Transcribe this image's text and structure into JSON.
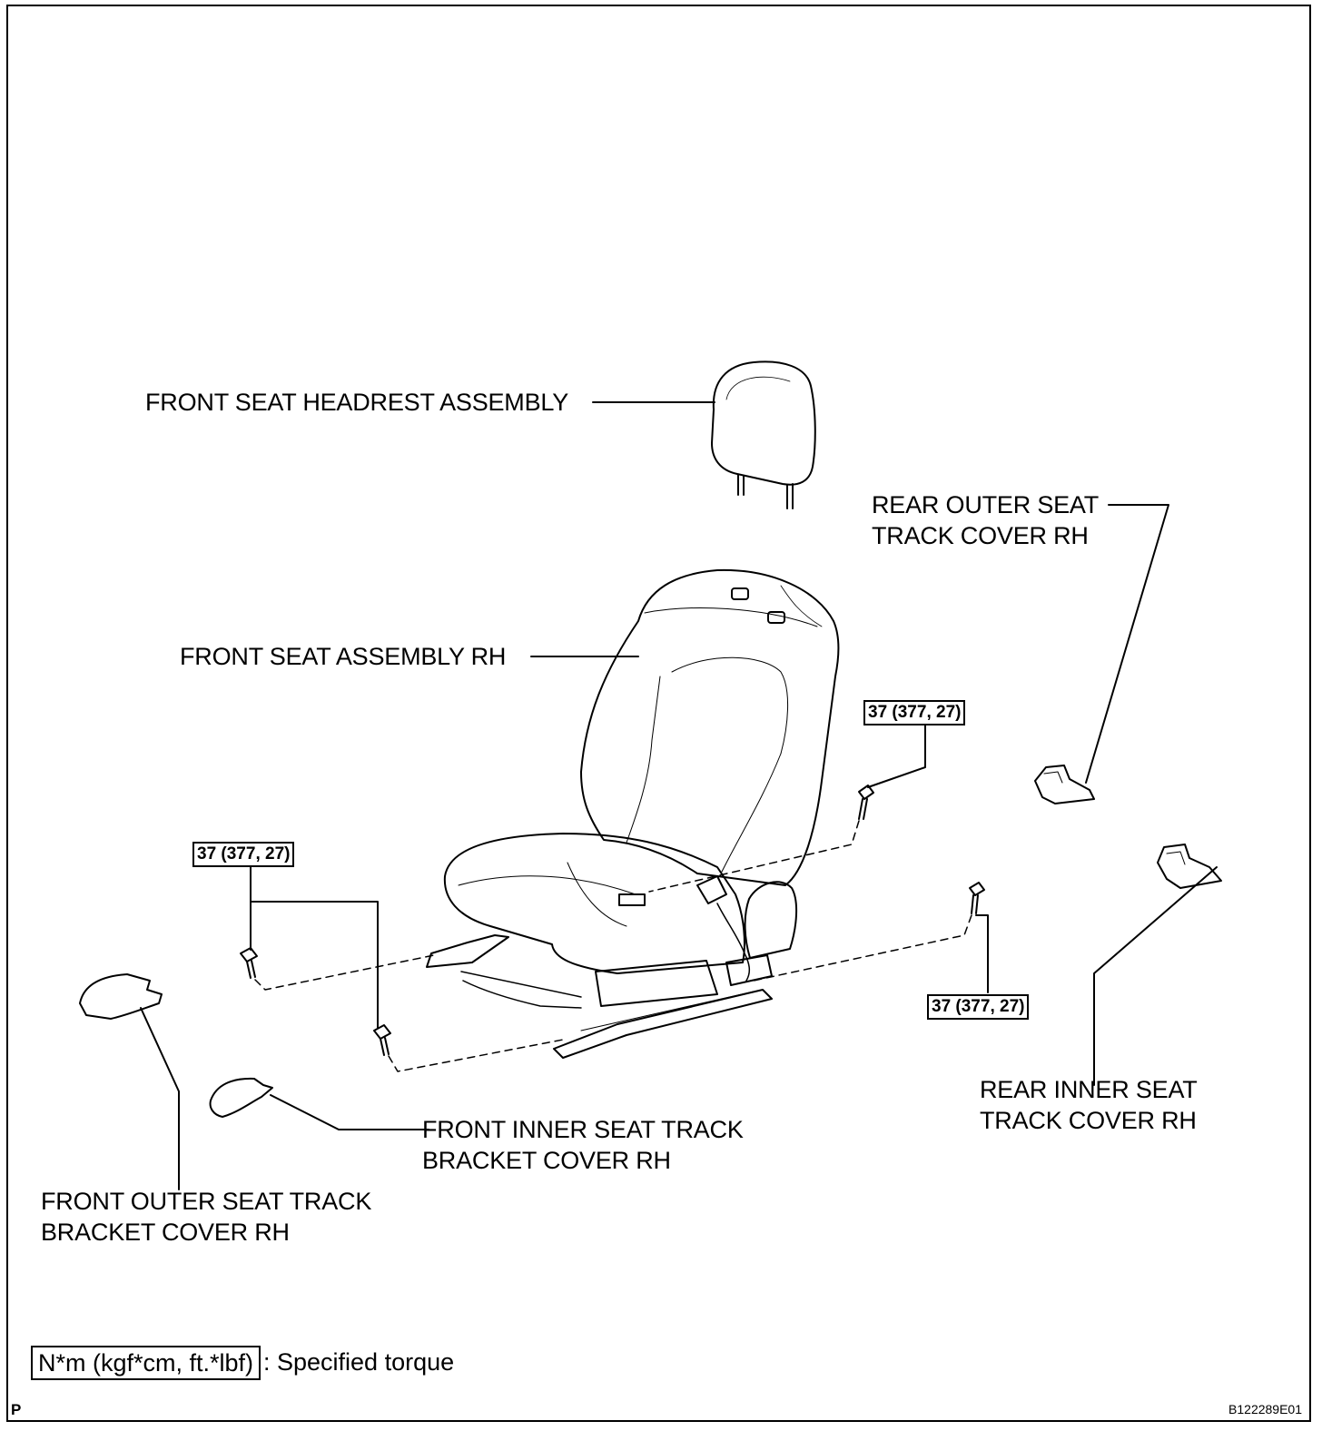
{
  "labels": {
    "headrest": "FRONT SEAT HEADREST ASSEMBLY",
    "seat_assembly": "FRONT SEAT ASSEMBLY RH",
    "rear_outer_line1": "REAR OUTER SEAT",
    "rear_outer_line2": "TRACK COVER RH",
    "rear_inner_line1": "REAR INNER SEAT",
    "rear_inner_line2": "TRACK COVER RH",
    "front_inner_line1": "FRONT INNER SEAT TRACK",
    "front_inner_line2": "BRACKET COVER RH",
    "front_outer_line1": "FRONT OUTER SEAT TRACK",
    "front_outer_line2": "BRACKET COVER RH"
  },
  "torque": {
    "rear_upper": "37 (377, 27)",
    "front_left": "37 (377, 27)",
    "rear_lower": "37 (377, 27)"
  },
  "legend": {
    "units": "N*m (kgf*cm, ft.*lbf)",
    "description": ": Specified torque"
  },
  "footer": {
    "corner_mark": "P",
    "figure_id": "B122289E01"
  }
}
